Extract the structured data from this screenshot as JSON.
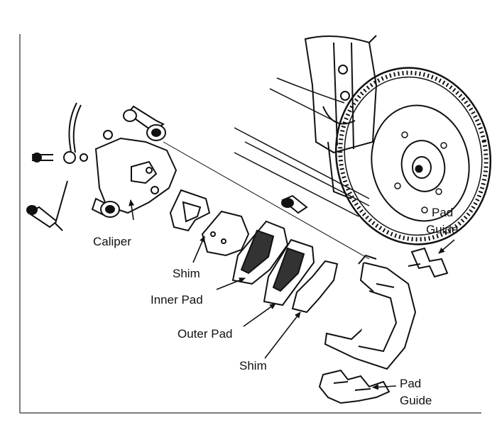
{
  "labels": {
    "caliper": "Caliper",
    "shim_upper": "Shim",
    "inner_pad": "Inner Pad",
    "outer_pad": "Outer Pad",
    "shim_lower": "Shim",
    "pad_guide_upper_line1": "Pad",
    "pad_guide_upper_line2": "Guide",
    "pad_guide_lower_line1": "Pad",
    "pad_guide_lower_line2": "Guide"
  }
}
